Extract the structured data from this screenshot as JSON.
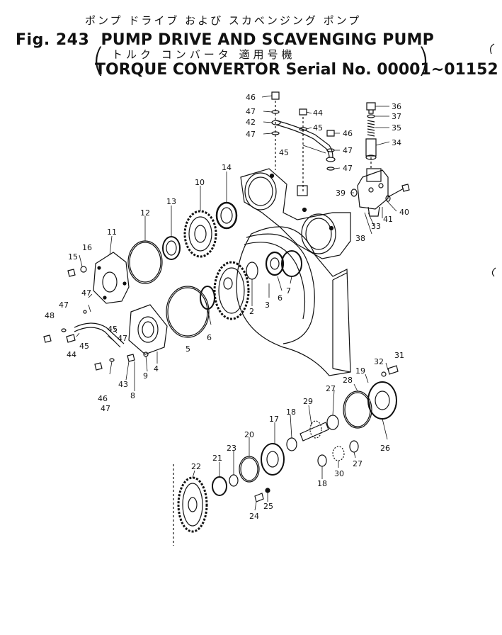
{
  "header": {
    "japanese_title": "ポンプ ドライブ および スカベンジング ポンプ",
    "figure_label": "Fig. 243",
    "title": "PUMP DRIVE AND SCAVENGING PUMP",
    "japanese_subtitle": "トルク コンバータ 適用号機",
    "subtitle": "TORQUE CONVERTOR Serial No. 00001~01152"
  },
  "parts": [
    {
      "id": "p46a",
      "text": "46"
    },
    {
      "id": "p47a",
      "text": "47"
    },
    {
      "id": "p42",
      "text": "42"
    },
    {
      "id": "p47b",
      "text": "47"
    },
    {
      "id": "p44a",
      "text": "44"
    },
    {
      "id": "p45a",
      "text": "45"
    },
    {
      "id": "p46b",
      "text": "46"
    },
    {
      "id": "p45b",
      "text": "45"
    },
    {
      "id": "p47c",
      "text": "47"
    },
    {
      "id": "p47d",
      "text": "47"
    },
    {
      "id": "p36",
      "text": "36"
    },
    {
      "id": "p37",
      "text": "37"
    },
    {
      "id": "p35",
      "text": "35"
    },
    {
      "id": "p34",
      "text": "34"
    },
    {
      "id": "p39",
      "text": "39"
    },
    {
      "id": "p40",
      "text": "40"
    },
    {
      "id": "p41",
      "text": "41"
    },
    {
      "id": "p33",
      "text": "33"
    },
    {
      "id": "p38",
      "text": "38"
    },
    {
      "id": "p14",
      "text": "14"
    },
    {
      "id": "p10",
      "text": "10"
    },
    {
      "id": "p13",
      "text": "13"
    },
    {
      "id": "p12",
      "text": "12"
    },
    {
      "id": "p11",
      "text": "11"
    },
    {
      "id": "p15",
      "text": "15"
    },
    {
      "id": "p16",
      "text": "16"
    },
    {
      "id": "p47e",
      "text": "47"
    },
    {
      "id": "p47f",
      "text": "47"
    },
    {
      "id": "p48",
      "text": "48"
    },
    {
      "id": "p45c",
      "text": "45"
    },
    {
      "id": "p44b",
      "text": "44"
    },
    {
      "id": "p45d",
      "text": "45"
    },
    {
      "id": "p47g",
      "text": "47"
    },
    {
      "id": "p46c",
      "text": "46"
    },
    {
      "id": "p47h",
      "text": "47"
    },
    {
      "id": "p43",
      "text": "43"
    },
    {
      "id": "p8",
      "text": "8"
    },
    {
      "id": "p9",
      "text": "9"
    },
    {
      "id": "p4",
      "text": "4"
    },
    {
      "id": "p5",
      "text": "5"
    },
    {
      "id": "p6a",
      "text": "6"
    },
    {
      "id": "p2",
      "text": "2"
    },
    {
      "id": "p3",
      "text": "3"
    },
    {
      "id": "p6b",
      "text": "6"
    },
    {
      "id": "p7",
      "text": "7"
    },
    {
      "id": "p31",
      "text": "31"
    },
    {
      "id": "p32",
      "text": "32"
    },
    {
      "id": "p19",
      "text": "19"
    },
    {
      "id": "p28",
      "text": "28"
    },
    {
      "id": "p27a",
      "text": "27"
    },
    {
      "id": "p26",
      "text": "26"
    },
    {
      "id": "p29",
      "text": "29"
    },
    {
      "id": "p18a",
      "text": "18"
    },
    {
      "id": "p17",
      "text": "17"
    },
    {
      "id": "p20",
      "text": "20"
    },
    {
      "id": "p23",
      "text": "23"
    },
    {
      "id": "p21",
      "text": "21"
    },
    {
      "id": "p22",
      "text": "22"
    },
    {
      "id": "p27b",
      "text": "27"
    },
    {
      "id": "p30",
      "text": "30"
    },
    {
      "id": "p18b",
      "text": "18"
    },
    {
      "id": "p25",
      "text": "25"
    },
    {
      "id": "p24",
      "text": "24"
    }
  ]
}
